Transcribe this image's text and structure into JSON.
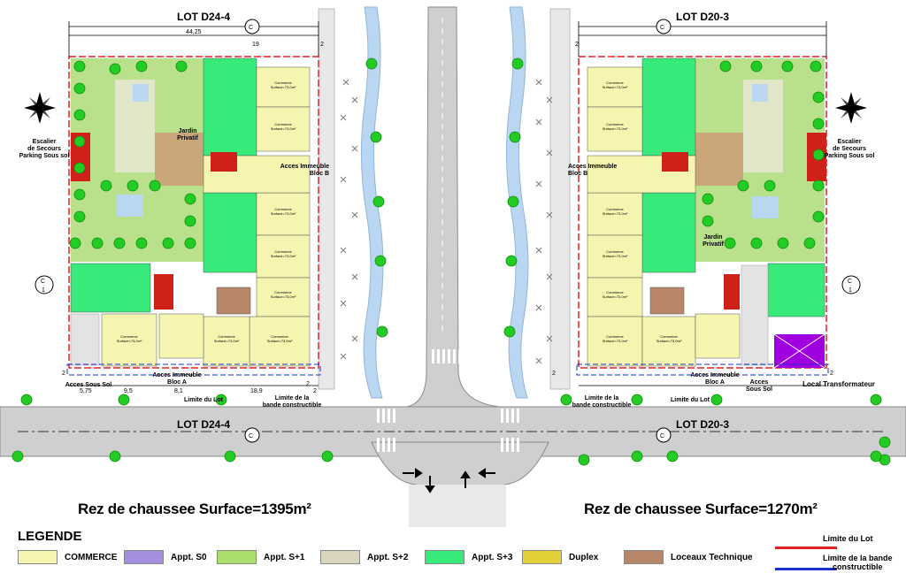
{
  "colors": {
    "road": "#cfcfcf",
    "road_edge": "#8a8a8a",
    "limit_lot": "#e62020",
    "limit_band": "#1a2fd0",
    "commerce": "#f5f5b0",
    "appt_s0": "#a38ee0",
    "appt_s1": "#a9df6a",
    "appt_s2": "#d9d6bd",
    "appt_s3": "#37ea7a",
    "duplex": "#e2cf3a",
    "technique": "#b8876a",
    "stair": "#d0201a",
    "water": "#b9d7f0",
    "tree": "#22cc22",
    "wood": "#c9a77a"
  },
  "lots": {
    "left_top": "LOT D24-4",
    "right_top": "LOT D20-3",
    "left_bottom": "LOT D24-4",
    "right_bottom": "LOT D20-3"
  },
  "section_marker": {
    "top": "C",
    "bottom": "1"
  },
  "dimensions": {
    "d1": "44,25",
    "d2": "19",
    "d3": "2",
    "d4": "2",
    "d5": "2",
    "d6": "2",
    "d7": "2",
    "d8": "2",
    "b1": "5,75",
    "b2": "9,5",
    "b3": "8,1",
    "b4": "18,9",
    "b5": "2"
  },
  "labels": {
    "acces_immeuble_b_left": "Acces Immeuble\nBloc B",
    "acces_immeuble_b_right": "Acces Immeuble\nBloc B",
    "acces_immeuble_a_left": "Acces Immeuble\nBloc A",
    "acces_immeuble_a_right": "Acces Immeuble\nBloc A",
    "acces_sous_sol_left": "Acces Sous Sol",
    "acces_sous_sol_right": "Acces\nSous Sol",
    "limite_lot_left": "Limite du Lot",
    "limite_lot_right": "Limite du Lot",
    "limite_bande_left": "Limite de la\nbande constructible",
    "limite_bande_right": "Limite de la\nbande constructible",
    "escalier_left": "Escalier\nde Secours\nParking Sous sol",
    "escalier_right": "Escalier\nde Secours\nParking Sous sol",
    "local_transfo": "Local Transformateur",
    "jardin_prive": "Jardin\nPrivatif",
    "commerce_unit": "Commerce",
    "surface_unit": "Surface=73,0m²"
  },
  "titles": {
    "left": "Rez de chaussee Surface=1395m²",
    "right": "Rez de chaussee Surface=1270m²"
  },
  "legend": {
    "title": "LEGENDE",
    "items": [
      {
        "label": "COMMERCE",
        "color": "#f5f5b0"
      },
      {
        "label": "Appt. S0",
        "color": "#a38ee0"
      },
      {
        "label": "Appt. S+1",
        "color": "#a9df6a"
      },
      {
        "label": "Appt. S+2",
        "color": "#d9d6bd"
      },
      {
        "label": "Appt. S+3",
        "color": "#37ea7a"
      },
      {
        "label": "Duplex",
        "color": "#e2cf3a"
      },
      {
        "label": "Loceaux Technique",
        "color": "#b8876a"
      }
    ],
    "lines": [
      {
        "label": "Limite du Lot",
        "color": "#e62020"
      },
      {
        "label": "Limite de la bande\nconstructible",
        "color": "#1a2fd0"
      }
    ]
  }
}
